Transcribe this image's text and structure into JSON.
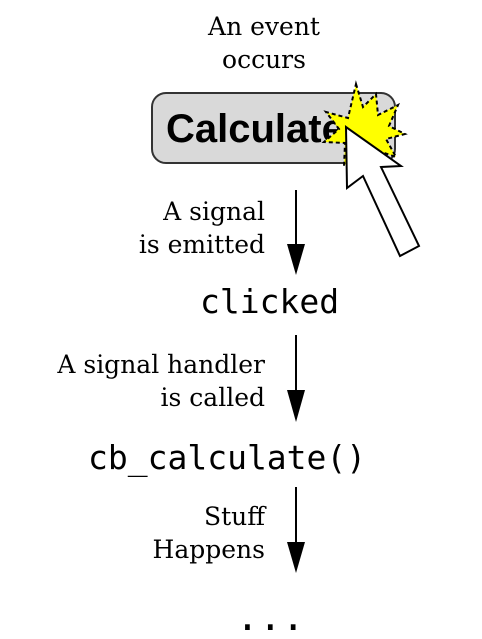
{
  "event": {
    "line1": "An event",
    "line2": "occurs"
  },
  "button": {
    "label": "Calculate"
  },
  "signal": {
    "line1": "A signal",
    "line2": "is emitted",
    "name": "clicked"
  },
  "handler": {
    "line1": "A signal handler",
    "line2": "is called",
    "name": "cb_calculate()"
  },
  "result": {
    "line1": "Stuff",
    "line2": "Happens",
    "ellipsis": "..."
  },
  "icons": {
    "burst": "starburst-icon",
    "cursor": "mouse-pointer-icon",
    "arrow": "down-arrow-icon"
  },
  "colors": {
    "burst_fill": "#ffff00",
    "button_fill": "#d9d9d9"
  }
}
